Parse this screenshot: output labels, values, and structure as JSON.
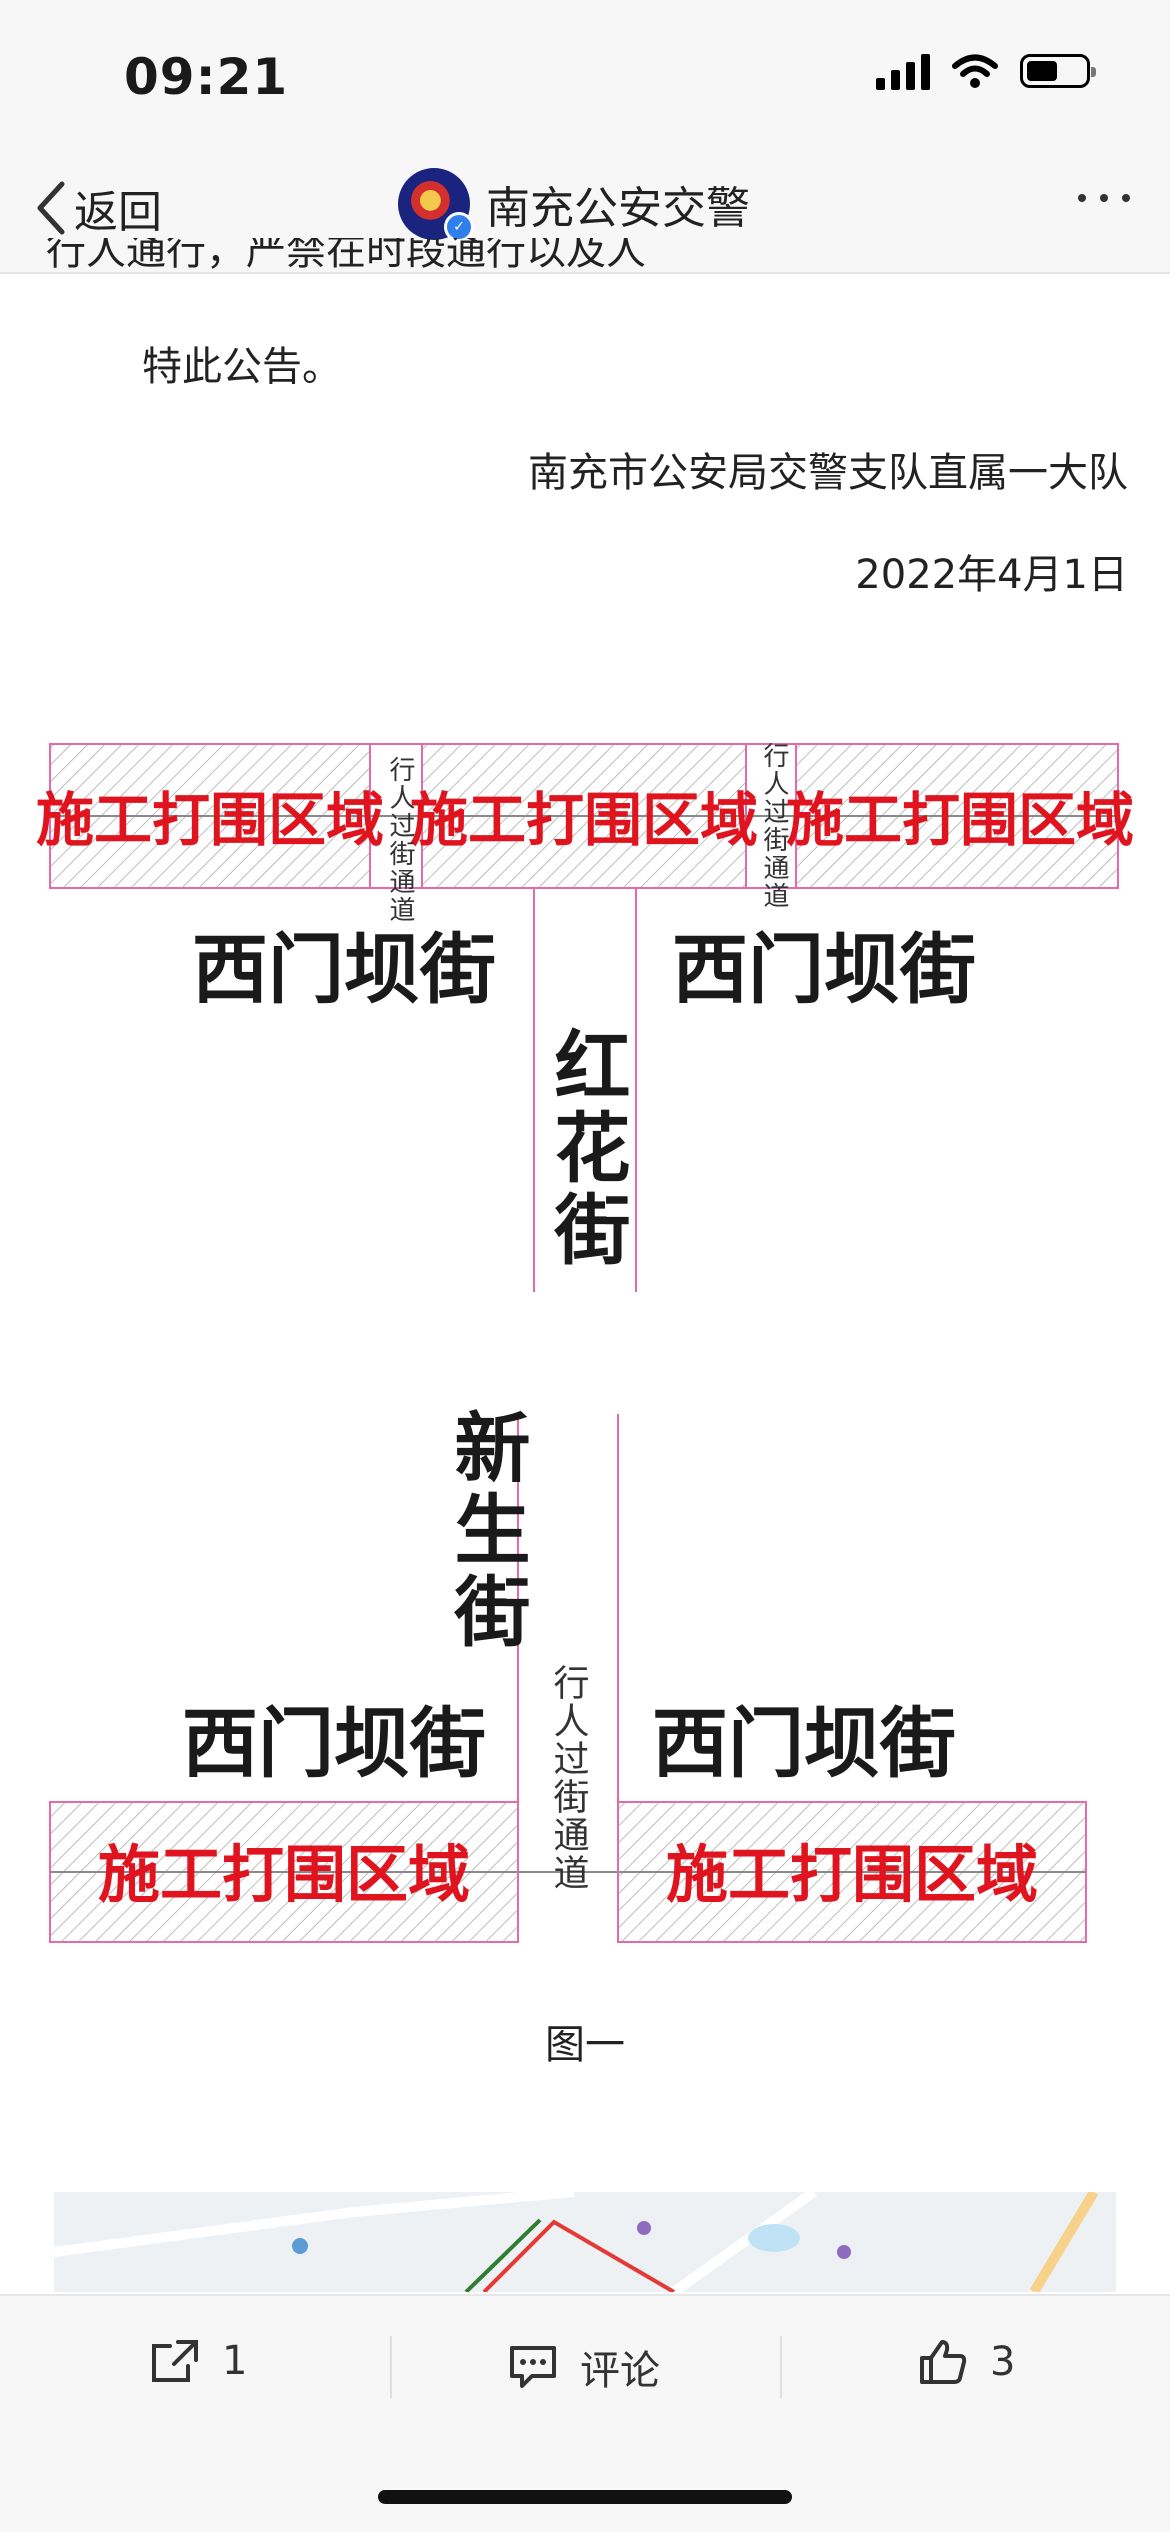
{
  "status_bar": {
    "time": "09:21"
  },
  "nav": {
    "back_label": "返回",
    "title": "南充公安交警"
  },
  "article": {
    "cut_line": "行人通行，严禁在时段通行以及人员……",
    "notice": "特此公告。",
    "issuer": "南充市公安局交警支队直属一大队",
    "date": "2022年4月1日"
  },
  "figure": {
    "construction_zone": "施工打围区域",
    "pedestrian_passage": "行人过街通道",
    "street_ximenba": "西门坝街",
    "street_honghua": "红花街",
    "street_xinsheng": "新生街",
    "caption": "图一"
  },
  "bottom_bar": {
    "share_count": "1",
    "comment_label": "评论",
    "like_count": "3"
  },
  "colors": {
    "zone_text": "#e0141e",
    "road_line": "#e56aa8",
    "bar_bg": "#f7f7f7"
  }
}
